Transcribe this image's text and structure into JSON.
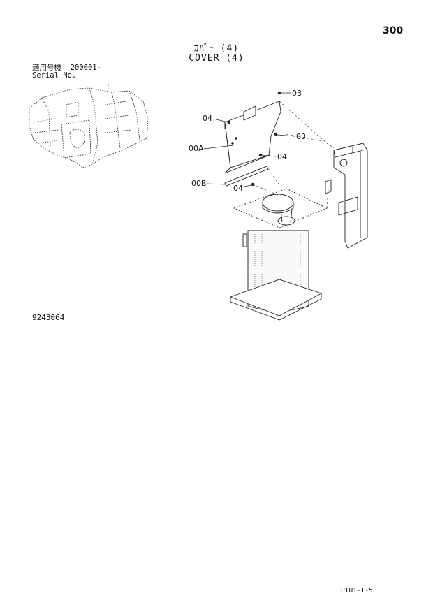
{
  "page_number": "300",
  "title": {
    "japanese": "ｶﾊﾞｰ (4)",
    "english": "COVER (4)"
  },
  "serial": {
    "label_jp": "適用号機",
    "value": "200001-",
    "label_en": "Serial No."
  },
  "drawing_id": "9243064",
  "footer_code": "PIU1-I-5",
  "callouts": {
    "c1": "03",
    "c2": "04",
    "c3": "03",
    "c4": "00A",
    "c5": "04",
    "c6": "00B",
    "c7": "04"
  }
}
